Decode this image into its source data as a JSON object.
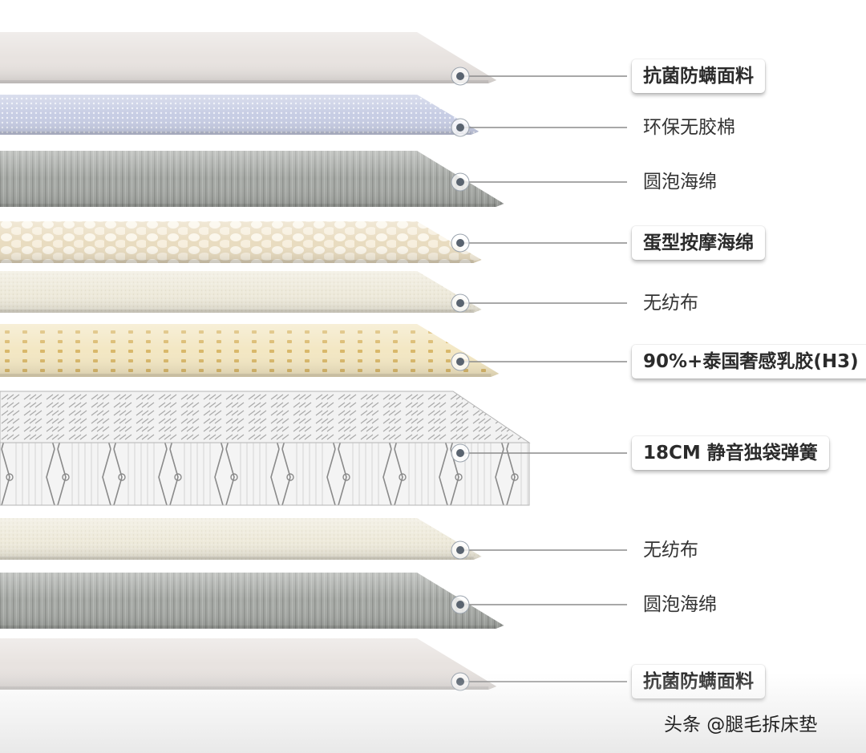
{
  "layers": [
    {
      "label": "抗菌防螨面料",
      "boxed": true,
      "texture": "plain",
      "fill": "#e8e3e0"
    },
    {
      "label": "环保无胶棉",
      "boxed": false,
      "texture": "knit",
      "fill": "#c7cde4"
    },
    {
      "label": "圆泡海绵",
      "boxed": false,
      "texture": "foam",
      "fill": "#a3a6a2"
    },
    {
      "label": "蛋型按摩海绵",
      "boxed": true,
      "texture": "egg",
      "fill": "#efe6cf"
    },
    {
      "label": "无纺布",
      "boxed": false,
      "texture": "fabric",
      "fill": "#eeeadb"
    },
    {
      "label": "90%+泰国奢感乳胶(H3)",
      "boxed": true,
      "texture": "latex",
      "fill": "#f3e7c3"
    },
    {
      "label": "18CM 静音独袋弹簧",
      "boxed": true,
      "texture": "spring",
      "fill": "#f7f7f7"
    },
    {
      "label": "无纺布",
      "boxed": false,
      "texture": "fabric",
      "fill": "#eeeadb"
    },
    {
      "label": "圆泡海绵",
      "boxed": false,
      "texture": "foam",
      "fill": "#a3a6a2"
    },
    {
      "label": "抗菌防螨面料",
      "boxed": true,
      "texture": "plain",
      "fill": "#e8e3e0"
    }
  ],
  "connector_color": "#8c8c8c",
  "marker_color": "#5a6470",
  "watermark": "头条 @腿毛拆床垫"
}
